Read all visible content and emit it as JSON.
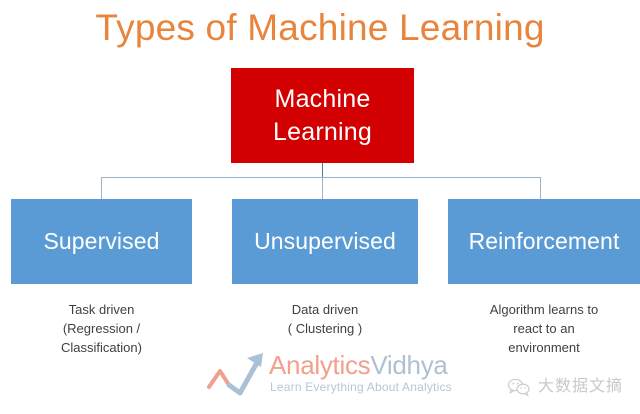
{
  "slide": {
    "title": "Types of Machine Learning",
    "title_color": "#E8843B",
    "background_color": "#FFFFFF"
  },
  "diagram": {
    "type": "tree",
    "root": {
      "label_line1": "Machine",
      "label_line2": "Learning",
      "fill_color": "#D20000",
      "text_color": "#FFFFFF"
    },
    "connector_color": "#9DB3C6",
    "children": [
      {
        "label": "Supervised",
        "fill_color": "#5B9BD5",
        "text_color": "#FFFFFF",
        "caption_line1": "Task driven",
        "caption_line2": "(Regression /",
        "caption_line3": "Classification)"
      },
      {
        "label": "Unsupervised",
        "fill_color": "#5B9BD5",
        "text_color": "#FFFFFF",
        "caption_line1": "Data driven",
        "caption_line2": "( Clustering )",
        "caption_line3": ""
      },
      {
        "label": "Reinforcement",
        "fill_color": "#5B9BD5",
        "text_color": "#FFFFFF",
        "caption_line1": "Algorithm learns to",
        "caption_line2": "react to an",
        "caption_line3": "environment"
      }
    ]
  },
  "logo": {
    "mark_icon": "rising-arrow-chart-icon",
    "word_primary": "Analytics",
    "word_secondary": "Vidhya",
    "tagline": "Learn Everything About Analytics",
    "primary_color": "#F0A08C",
    "secondary_color": "#AFC0D2"
  },
  "watermark": {
    "icon": "wechat-icon",
    "text": "大数据文摘",
    "color": "#C9C9C9"
  }
}
